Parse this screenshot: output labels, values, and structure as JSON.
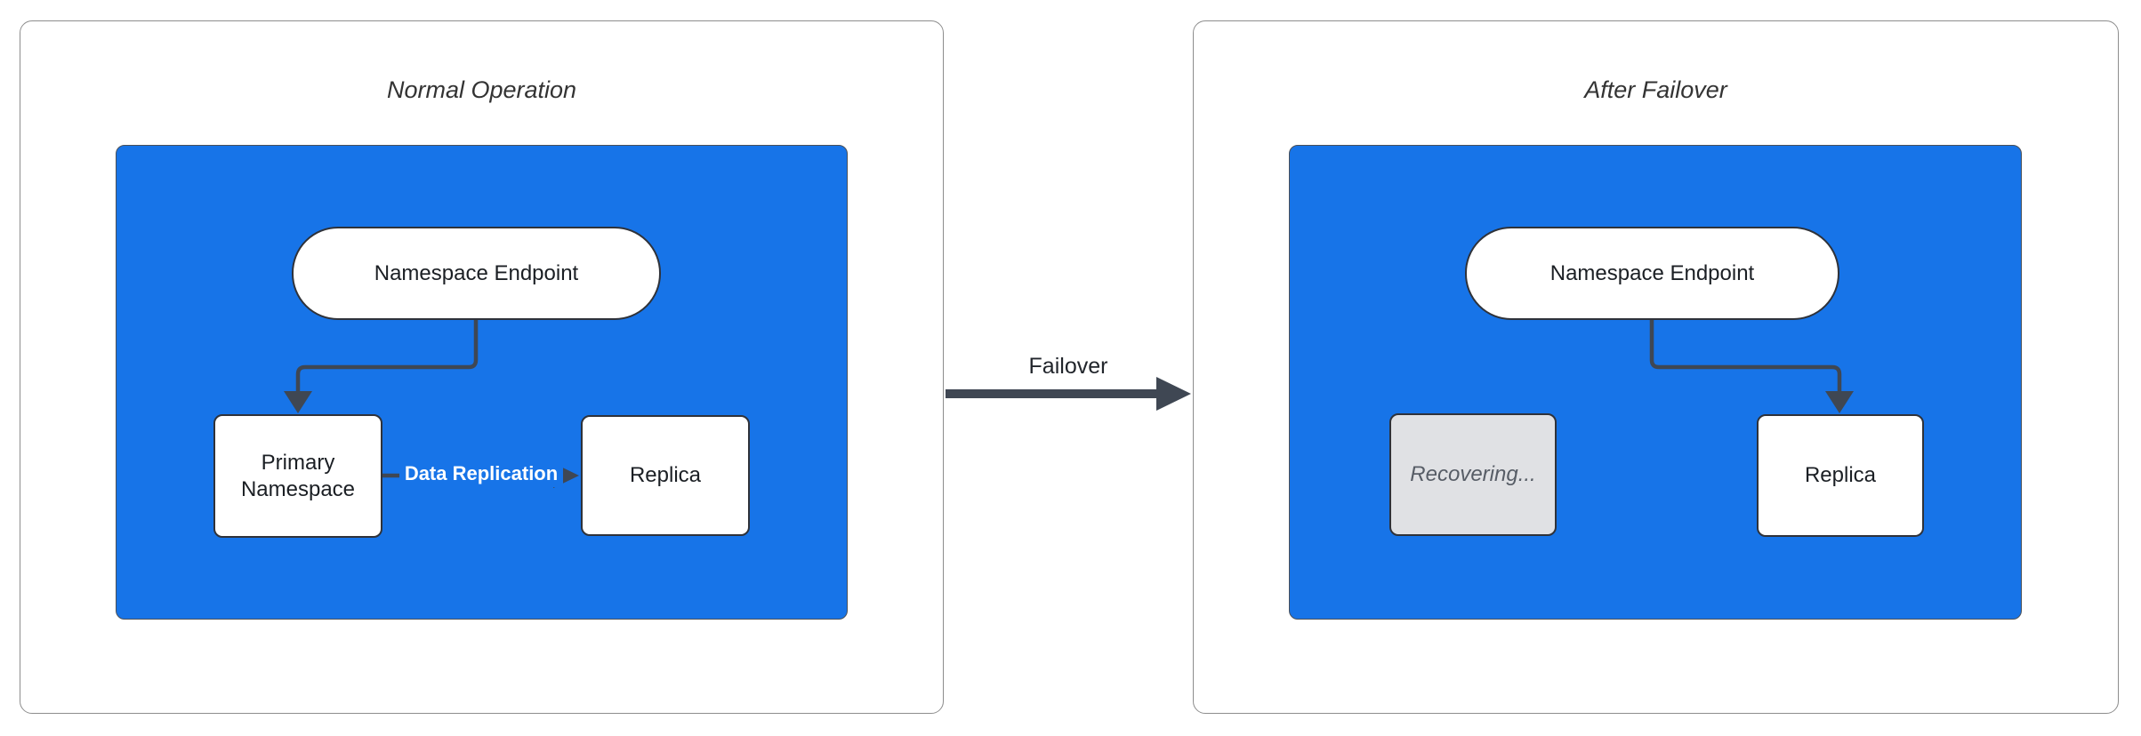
{
  "left_panel": {
    "title": "Normal Operation",
    "endpoint": "Namespace Endpoint",
    "primary": "Primary Namespace",
    "replica": "Replica",
    "replication_edge_label": "Data Replication"
  },
  "right_panel": {
    "title": "After Failover",
    "endpoint": "Namespace Endpoint",
    "recovering": "Recovering...",
    "replica": "Replica"
  },
  "transition": {
    "label": "Failover"
  },
  "colors": {
    "cluster_fill": "#1774e8",
    "node_fill": "#ffffff",
    "node_border": "#2f3239",
    "connector": "#3f4753",
    "recovering_fill": "#e0e1e4",
    "recovering_text": "#575d66",
    "edge_label_text": "#ffffff",
    "panel_border": "#8d8d8d",
    "title_text": "#333333"
  }
}
